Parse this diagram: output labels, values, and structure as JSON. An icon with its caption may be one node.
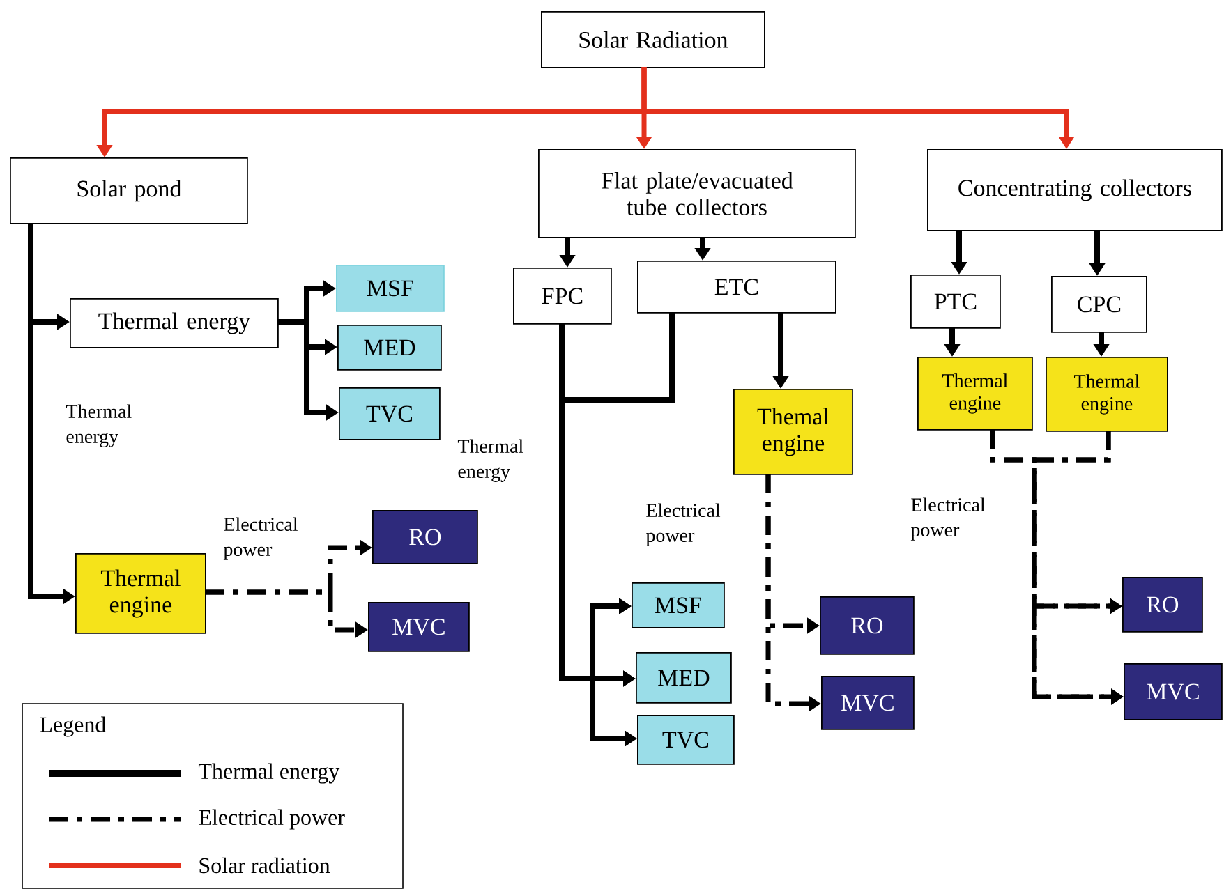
{
  "diagram": {
    "nodes": [
      {
        "text": [
          "Solar Radiation"
        ]
      },
      {
        "text": [
          "Solar pond"
        ]
      },
      {
        "text": [
          "Flat plate/evacuated tube collectors"
        ]
      },
      {
        "text": [
          "Concentrating collectors"
        ]
      },
      {
        "text": [
          "Thermal energy"
        ]
      },
      {
        "text": [
          "MSF"
        ]
      },
      {
        "text": [
          "MED"
        ]
      },
      {
        "text": [
          "TVC"
        ]
      },
      {
        "text": [
          "Thermal engine"
        ]
      },
      {
        "text": [
          "RO"
        ]
      },
      {
        "text": [
          "MVC"
        ]
      },
      {
        "text": [
          "FPC"
        ]
      },
      {
        "text": [
          "ETC"
        ]
      },
      {
        "text": [
          "Themal engine"
        ]
      },
      {
        "text": [
          "MSF"
        ]
      },
      {
        "text": [
          "MED"
        ]
      },
      {
        "text": [
          "TVC"
        ]
      },
      {
        "text": [
          "RO"
        ]
      },
      {
        "text": [
          "MVC"
        ]
      },
      {
        "text": [
          "PTC"
        ]
      },
      {
        "text": [
          "CPC"
        ]
      },
      {
        "text": [
          "Thermal engine"
        ]
      },
      {
        "text": [
          "Thermal engine"
        ]
      },
      {
        "text": [
          "RO"
        ]
      },
      {
        "text": [
          "MVC"
        ]
      }
    ],
    "edges": [
      {
        "from": 0,
        "to": 1,
        "arrow": "to",
        "color": "#e3301c"
      },
      {
        "from": 0,
        "to": 2,
        "arrow": "to",
        "color": "#e3301c"
      },
      {
        "from": 0,
        "to": 3,
        "arrow": "to",
        "color": "#e3301c"
      },
      {
        "from": 1,
        "to": 4,
        "arrow": "to"
      },
      {
        "from": 1,
        "to": 8,
        "arrow": "to"
      },
      {
        "from": 4,
        "to": 5,
        "arrow": "to"
      },
      {
        "from": 4,
        "to": 6,
        "arrow": "to"
      },
      {
        "from": 4,
        "to": 7,
        "arrow": "to"
      },
      {
        "from": 8,
        "to": 9,
        "arrow": "to",
        "style": "dashed"
      },
      {
        "from": 8,
        "to": 10,
        "arrow": "to",
        "style": "dashed"
      },
      {
        "from": 2,
        "to": 11,
        "arrow": "to"
      },
      {
        "from": 2,
        "to": 12,
        "arrow": "to"
      },
      {
        "from": 3,
        "to": 19,
        "arrow": "to"
      },
      {
        "from": 3,
        "to": 20,
        "arrow": "to"
      },
      {
        "from": 11,
        "to": 14,
        "arrow": "to"
      },
      {
        "from": 11,
        "to": 15,
        "arrow": "to"
      },
      {
        "from": 11,
        "to": 16,
        "arrow": "to"
      },
      {
        "from": 12,
        "to": 14,
        "arrow": "to"
      },
      {
        "from": 12,
        "to": 15,
        "arrow": "to"
      },
      {
        "from": 12,
        "to": 16,
        "arrow": "to"
      },
      {
        "from": 12,
        "to": 13,
        "arrow": "to"
      },
      {
        "from": 13,
        "to": 17,
        "arrow": "to",
        "style": "dashed"
      },
      {
        "from": 13,
        "to": 18,
        "arrow": "to",
        "style": "dashed"
      },
      {
        "from": 19,
        "to": 21,
        "arrow": "to"
      },
      {
        "from": 20,
        "to": 22,
        "arrow": "to"
      },
      {
        "from": 21,
        "to": 23,
        "arrow": "to",
        "style": "dashed"
      },
      {
        "from": 21,
        "to": 24,
        "arrow": "to",
        "style": "dashed"
      },
      {
        "from": 22,
        "to": 23,
        "arrow": "to",
        "style": "dashed"
      },
      {
        "from": 22,
        "to": 24,
        "arrow": "to",
        "style": "dashed"
      }
    ],
    "labels": [
      "Thermal energy",
      "Thermal energy",
      "Electrical power",
      "Electrical power",
      "Electrical power",
      "Legend"
    ],
    "legend": [
      {
        "text": "Thermal energy"
      },
      {
        "text": "Electrical power"
      },
      {
        "text": "Solar radiation"
      }
    ]
  }
}
